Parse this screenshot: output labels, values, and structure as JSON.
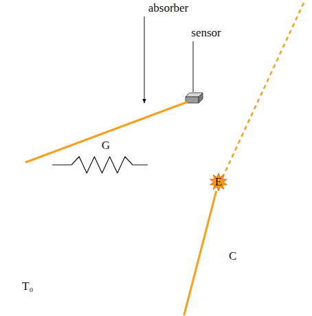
{
  "diagram": {
    "nodes": [
      {
        "text": [
          "T₀"
        ]
      },
      {
        "text": [
          "C"
        ]
      }
    ],
    "edges": [
      {
        "from": 0,
        "to": 1,
        "label": "G",
        "arrow": "none"
      }
    ],
    "labels": [
      "absorber",
      "sensor",
      "E"
    ]
  }
}
